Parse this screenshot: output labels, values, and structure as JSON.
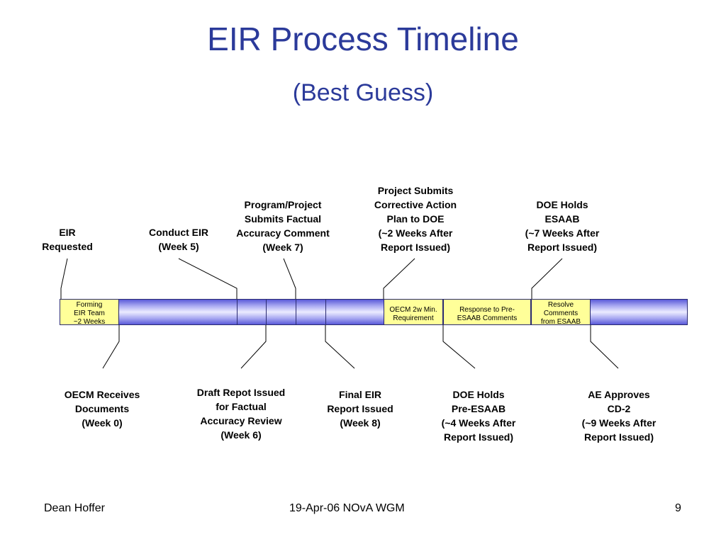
{
  "slide": {
    "title": "EIR Process Timeline",
    "subtitle": "(Best Guess)"
  },
  "labels_above": [
    {
      "lines": [
        "EIR",
        "Requested"
      ]
    },
    {
      "lines": [
        "Conduct EIR",
        "(Week 5)"
      ]
    },
    {
      "lines": [
        "Program/Project",
        "Submits Factual",
        "Accuracy Comment",
        "(Week 7)"
      ]
    },
    {
      "lines": [
        "Project Submits",
        "Corrective Action",
        "Plan to DOE",
        "(~2 Weeks After",
        "Report Issued)"
      ]
    },
    {
      "lines": [
        "DOE Holds",
        "ESAAB",
        "(~7 Weeks After",
        "Report Issued)"
      ]
    }
  ],
  "labels_below": [
    {
      "lines": [
        "OECM Receives",
        "Documents",
        "(Week 0)"
      ]
    },
    {
      "lines": [
        "Draft Repot Issued",
        "for Factual",
        "Accuracy Review",
        "(Week 6)"
      ]
    },
    {
      "lines": [
        "Final EIR",
        "Report Issued",
        "(Week 8)"
      ]
    },
    {
      "lines": [
        "DOE Holds",
        "Pre-ESAAB",
        "(~4 Weeks After",
        "Report Issued)"
      ]
    },
    {
      "lines": [
        "AE Approves",
        "CD-2",
        "(~9 Weeks After",
        "Report Issued)"
      ]
    }
  ],
  "timeline_boxes": [
    {
      "lines": [
        "Forming",
        "EIR Team",
        "~2 Weeks"
      ]
    },
    {
      "lines": [
        "OECM 2w Min.",
        "Requirement"
      ]
    },
    {
      "lines": [
        "Response to Pre-",
        "ESAAB Comments"
      ]
    },
    {
      "lines": [
        "Resolve",
        "Comments",
        "from ESAAB"
      ]
    }
  ],
  "footer": {
    "author": "Dean Hoffer",
    "date_event": "19-Apr-06  NOvA WGM",
    "page_number": "9"
  },
  "colors": {
    "title": "#2b3a9a",
    "bar": "#a9a9f2",
    "box_fill": "#ffff99",
    "line": "#000000"
  }
}
